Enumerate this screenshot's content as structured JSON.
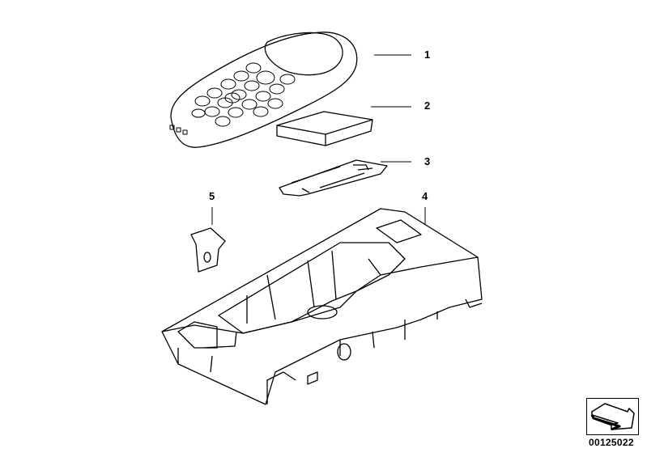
{
  "diagram": {
    "part_labels": [
      "1",
      "2",
      "3",
      "4",
      "5"
    ],
    "diagram_code": "00125022",
    "icons": [
      "navigation-arrow-icon"
    ],
    "colors": {
      "line": "#000000",
      "background": "#ffffff"
    }
  }
}
